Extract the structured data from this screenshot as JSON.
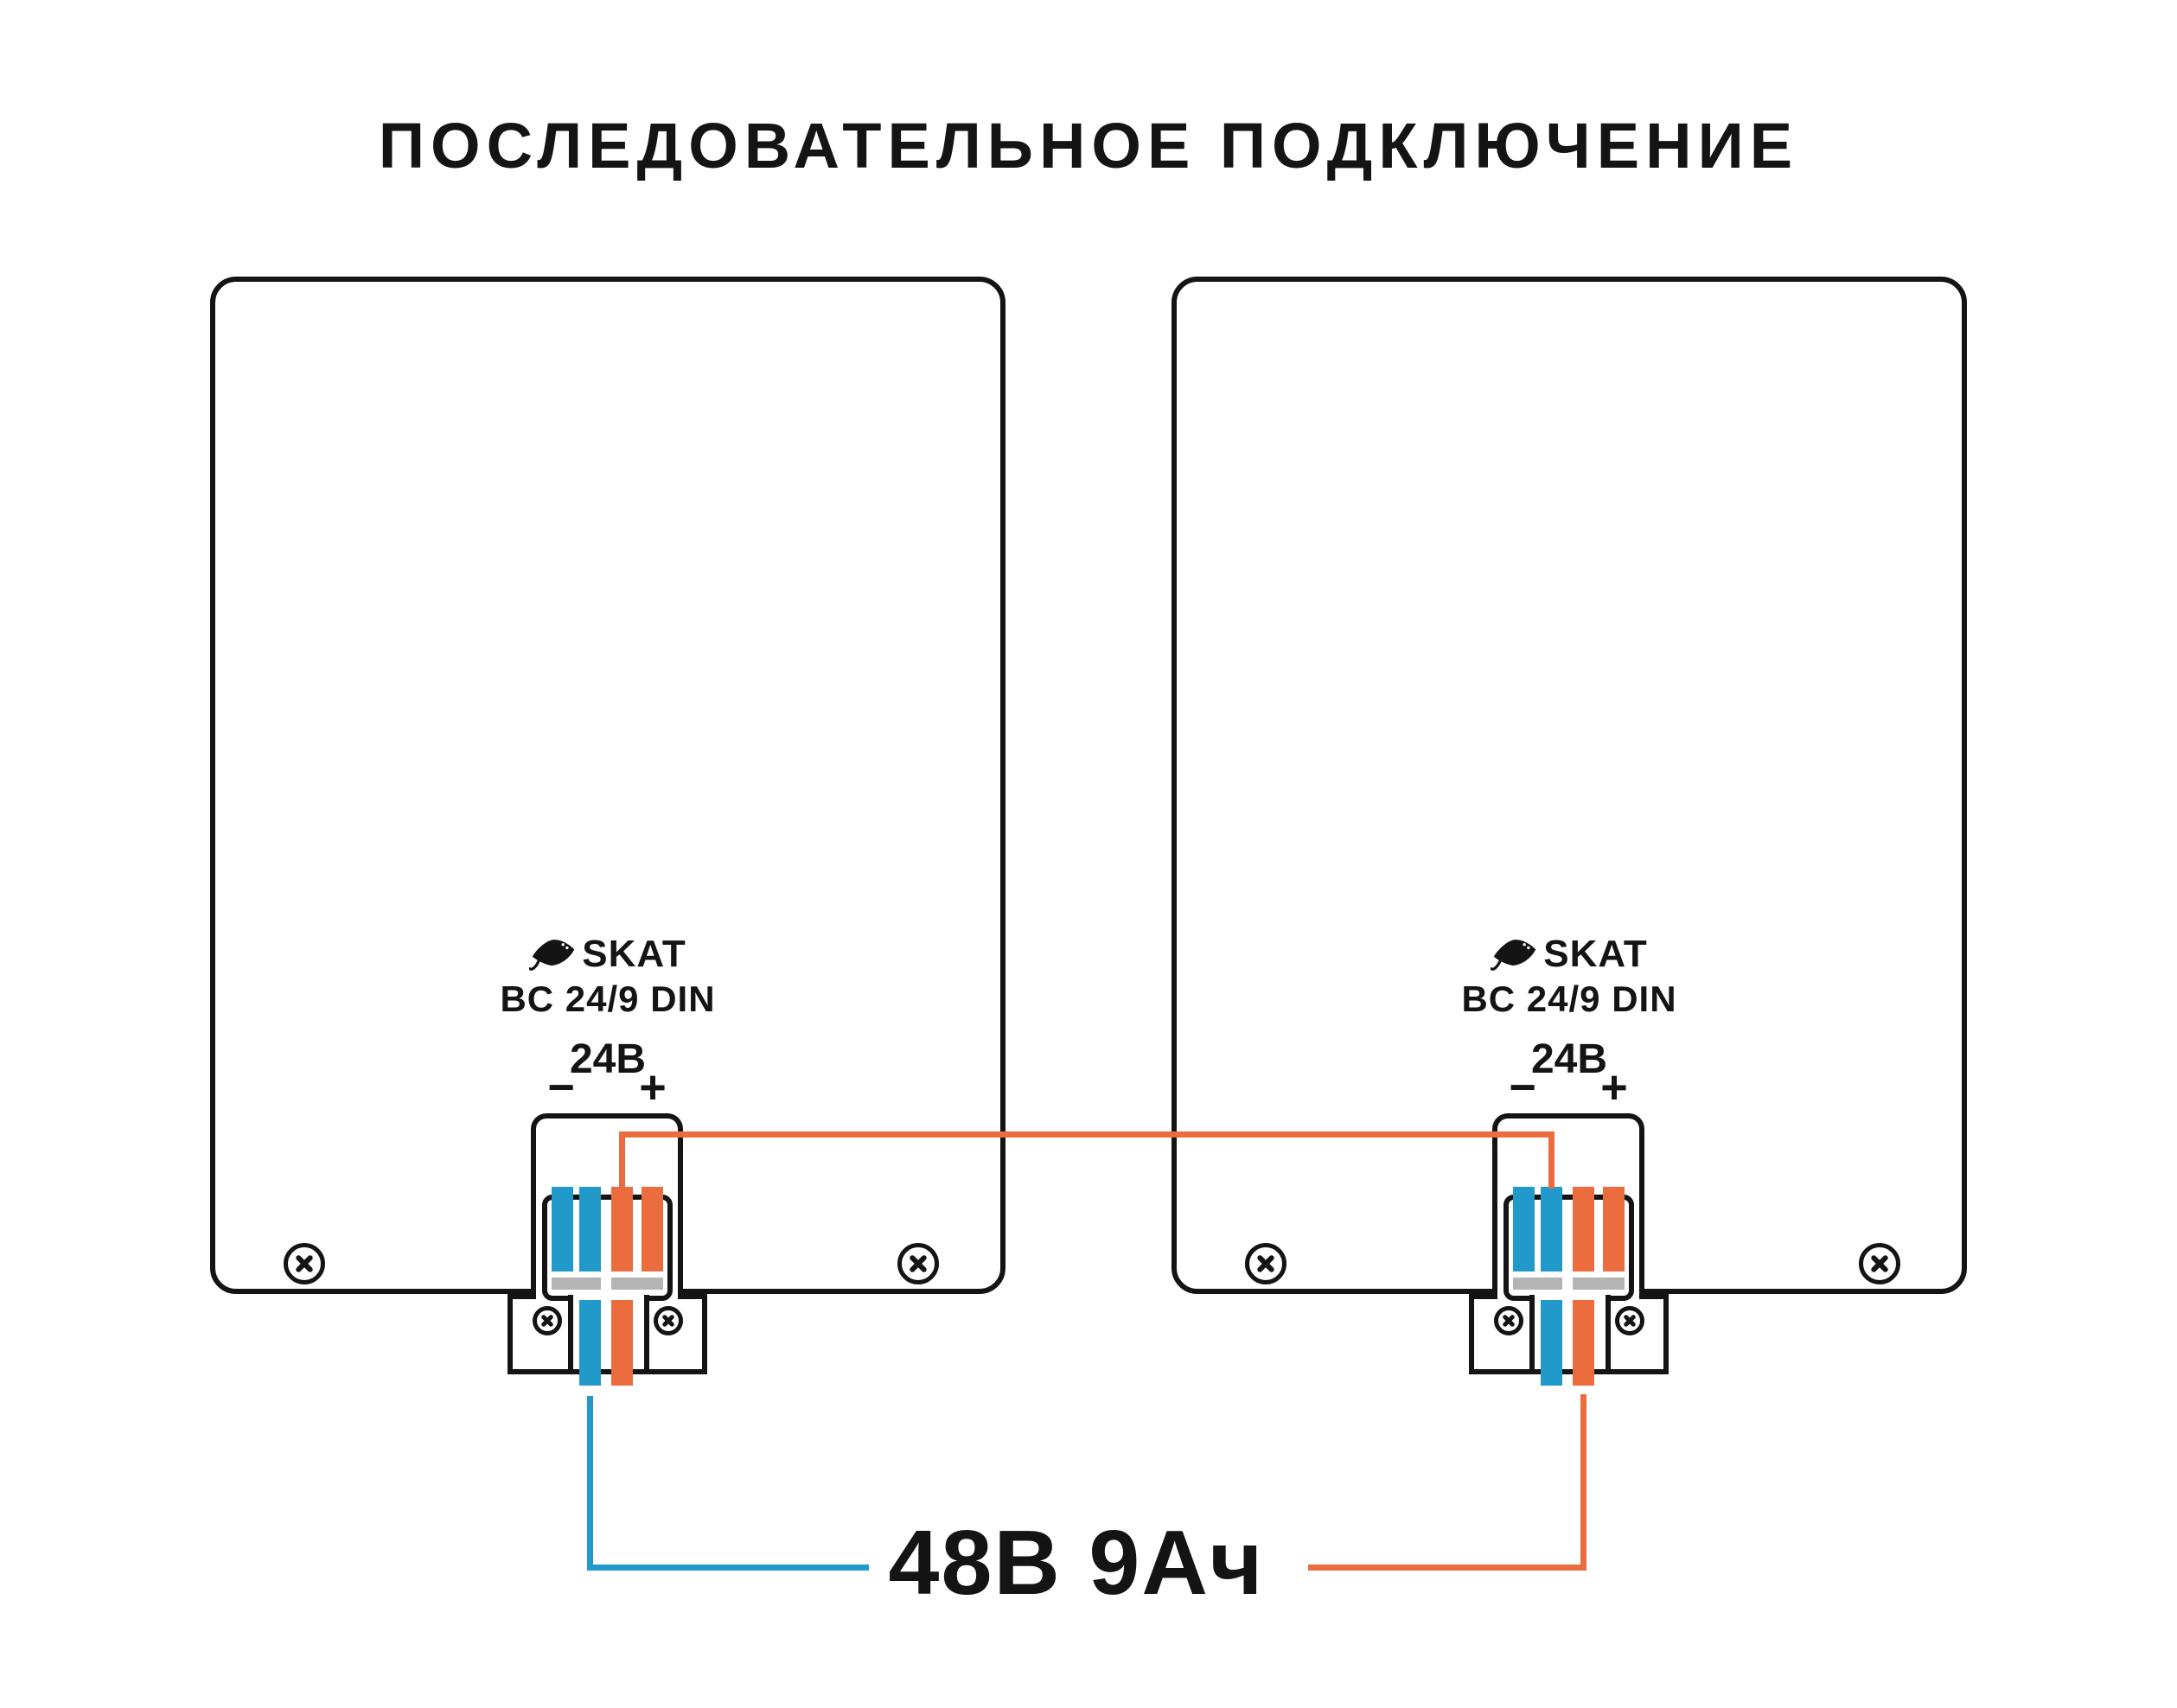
{
  "title": "ПОСЛЕДОВАТЕЛЬНОЕ ПОДКЛЮЧЕНИЕ",
  "units": [
    {
      "brand": "SKAT",
      "model": "BC 24/9 DIN",
      "voltage": "24В",
      "minus": "−",
      "plus": "+"
    },
    {
      "brand": "SKAT",
      "model": "BC 24/9 DIN",
      "voltage": "24В",
      "minus": "−",
      "plus": "+"
    }
  ],
  "output": {
    "label": "48В 9Ач"
  },
  "colors": {
    "ink": "#141414",
    "blue": "#2299CB",
    "orange": "#EB6C3D",
    "gray": "#B4B4B4",
    "bg": "#FFFFFF"
  },
  "icons": {
    "stingray": "manta-ray silhouette (brand logo)",
    "screw": "circle with bold x cross"
  }
}
